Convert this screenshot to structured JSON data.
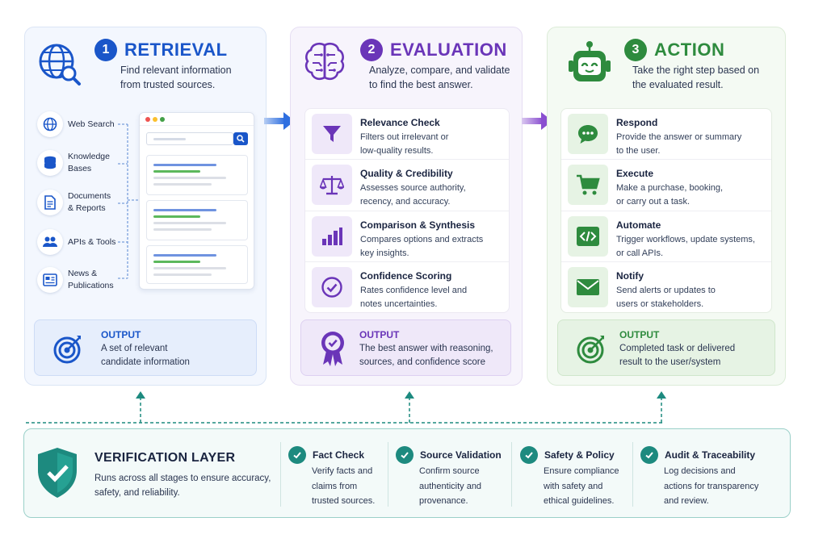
{
  "stages": [
    {
      "number": "1",
      "title": "RETRIEVAL",
      "description_line1": "Find relevant information",
      "description_line2": "from trusted sources.",
      "color": "#1a56c9",
      "sources": [
        {
          "line1": "Web Search",
          "line2": "",
          "icon": "globe-icon"
        },
        {
          "line1": "Knowledge",
          "line2": "Bases",
          "icon": "database-icon"
        },
        {
          "line1": "Documents",
          "line2": "& Reports",
          "icon": "document-icon"
        },
        {
          "line1": "APIs & Tools",
          "line2": "",
          "icon": "users-icon"
        },
        {
          "line1": "News &",
          "line2": "Publications",
          "icon": "newspaper-icon"
        }
      ],
      "output": {
        "label": "OUTPUT",
        "line1": "A set of relevant",
        "line2": "candidate information"
      }
    },
    {
      "number": "2",
      "title": "EVALUATION",
      "description_line1": "Analyze, compare, and validate",
      "description_line2": "to find the best answer.",
      "color": "#6a35b8",
      "items": [
        {
          "title": "Relevance Check",
          "line1": "Filters out irrelevant or",
          "line2": "low-quality results.",
          "icon": "funnel-icon"
        },
        {
          "title": "Quality & Credibility",
          "line1": "Assesses source authority,",
          "line2": "recency, and accuracy.",
          "icon": "scales-icon"
        },
        {
          "title": "Comparison & Synthesis",
          "line1": "Compares options and extracts",
          "line2": "key insights.",
          "icon": "bar-chart-icon"
        },
        {
          "title": "Confidence Scoring",
          "line1": "Rates confidence level and",
          "line2": "notes uncertainties.",
          "icon": "check-circle-icon"
        }
      ],
      "output": {
        "label": "OUTPUT",
        "line1": "The best answer with reasoning,",
        "line2": "sources, and confidence score"
      }
    },
    {
      "number": "3",
      "title": "ACTION",
      "description_line1": "Take the right step based on",
      "description_line2": "the evaluated result.",
      "color": "#2e8b3e",
      "items": [
        {
          "title": "Respond",
          "line1": "Provide the answer or summary",
          "line2": "to the user.",
          "icon": "chat-icon"
        },
        {
          "title": "Execute",
          "line1": "Make a purchase, booking,",
          "line2": "or carry out a task.",
          "icon": "cart-icon"
        },
        {
          "title": "Automate",
          "line1": "Trigger workflows, update systems,",
          "line2": "or call APIs.",
          "icon": "code-icon"
        },
        {
          "title": "Notify",
          "line1": "Send alerts or updates to",
          "line2": "users or stakeholders.",
          "icon": "mail-icon"
        }
      ],
      "output": {
        "label": "OUTPUT",
        "line1": "Completed task or delivered",
        "line2": "result to the user/system"
      }
    }
  ],
  "verification": {
    "title": "VERIFICATION LAYER",
    "line1": "Runs across all stages to ensure accuracy,",
    "line2": "safety, and reliability.",
    "checks": [
      {
        "title": "Fact Check",
        "line1": "Verify facts and",
        "line2": "claims from",
        "line3": "trusted sources."
      },
      {
        "title": "Source Validation",
        "line1": "Confirm source",
        "line2": "authenticity and",
        "line3": "provenance."
      },
      {
        "title": "Safety & Policy",
        "line1": "Ensure compliance",
        "line2": "with safety and",
        "line3": "ethical guidelines."
      },
      {
        "title": "Audit & Traceability",
        "line1": "Log decisions and",
        "line2": "actions for transparency",
        "line3": "and review."
      }
    ]
  },
  "colors": {
    "blue": "#1a56c9",
    "purple": "#6a35b8",
    "green": "#2e8b3e",
    "teal": "#1d8a7f"
  }
}
